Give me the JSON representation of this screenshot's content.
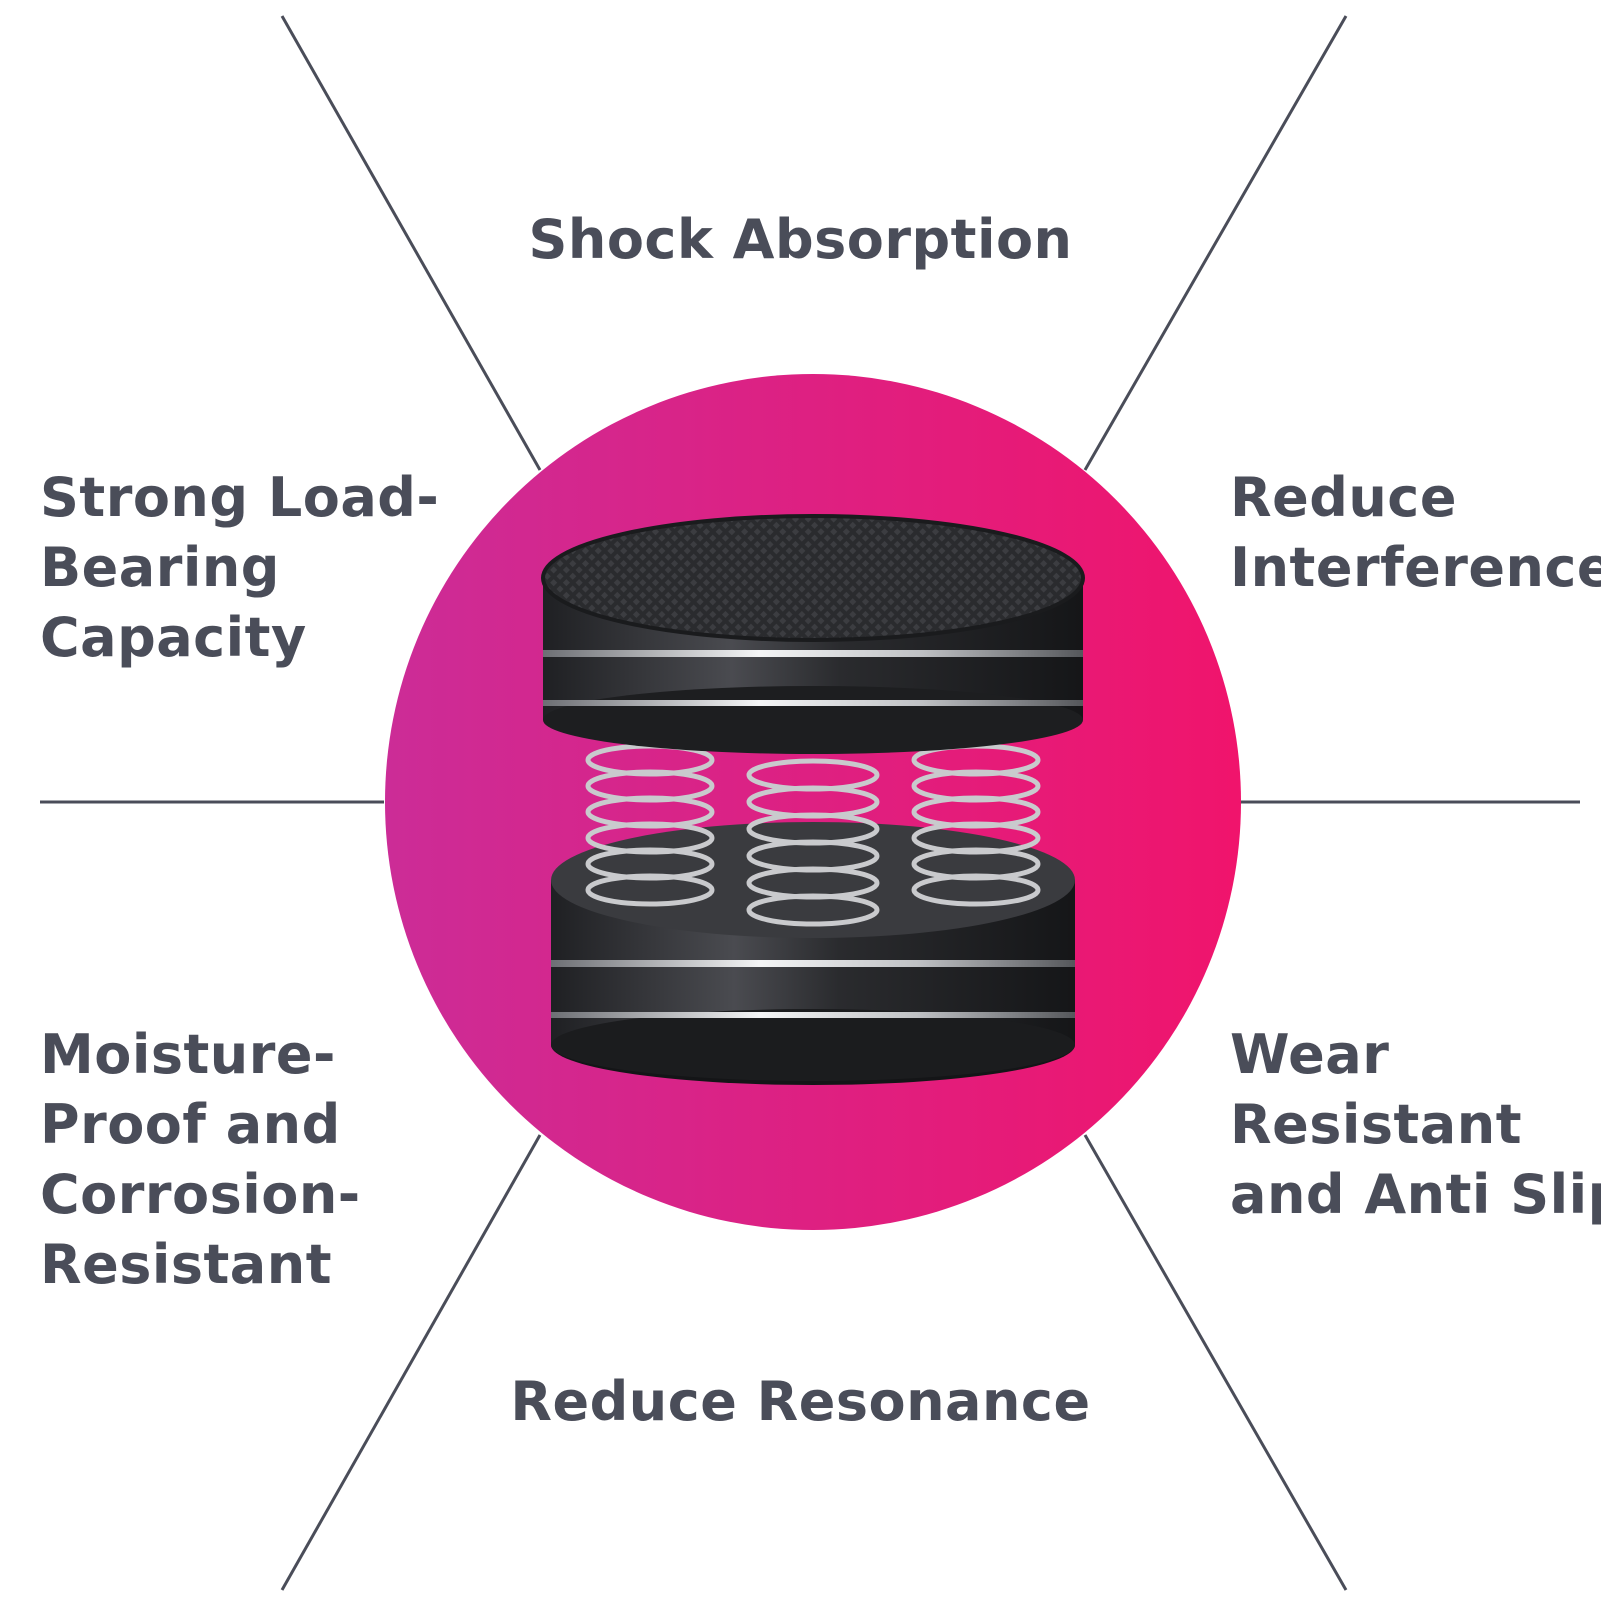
{
  "features": {
    "top": [
      "Shock Absorption"
    ],
    "top_left": [
      "Strong Load-",
      "Bearing",
      "Capacity"
    ],
    "top_right": [
      "Reduce",
      "Interference"
    ],
    "bottom_left": [
      "Moisture-",
      "Proof and",
      "Corrosion-",
      "Resistant"
    ],
    "bottom_right": [
      "Wear",
      "Resistant",
      "and Anti Slip"
    ],
    "bottom": [
      "Reduce Resonance"
    ]
  },
  "colors": {
    "text": "#4a4d59",
    "line": "#4a4d59",
    "circle_left": "#cc2c97",
    "circle_right": "#f0146c",
    "metal_dark": "#2f3033",
    "metal_light": "#d9dadc"
  },
  "product_icon": "spring-isolation-foot-icon"
}
